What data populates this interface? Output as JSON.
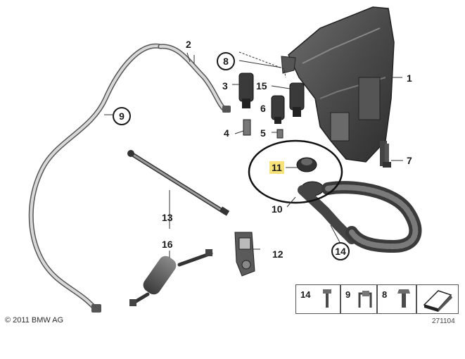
{
  "diagram": {
    "labels": {
      "p1": "1",
      "p2": "2",
      "p3": "3",
      "p4": "4",
      "p5": "5",
      "p6": "6",
      "p7": "7",
      "p8": "8",
      "p9": "9",
      "p10": "10",
      "p11": "11",
      "p12": "12",
      "p13": "13",
      "p14": "14",
      "p15": "15",
      "p16": "16"
    },
    "legend": {
      "item_a": "14",
      "item_b": "9",
      "item_c": "8"
    },
    "copyright": "© 2011 BMW AG",
    "diagram_number": "271104",
    "colors": {
      "line": "#1a1a1a",
      "part_dark": "#3c3c3c",
      "part_mid": "#6b6b6b",
      "part_light": "#a8a8a8",
      "highlight": "#f7e27a"
    }
  }
}
